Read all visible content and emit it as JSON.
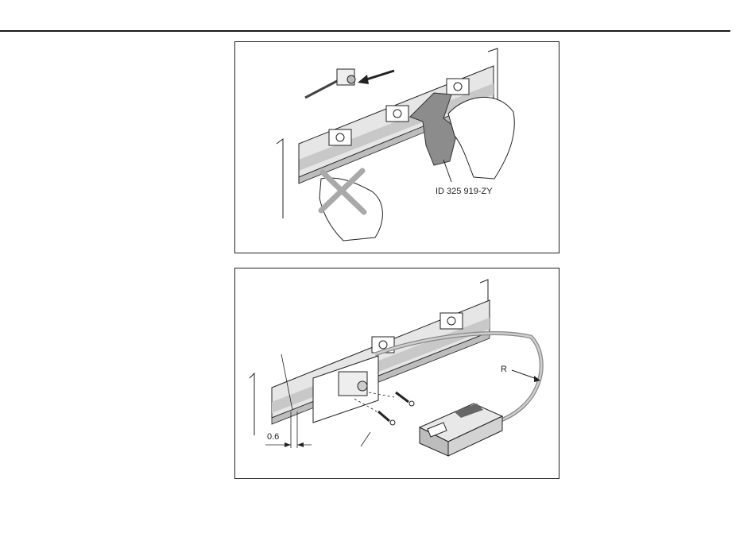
{
  "figure_top": {
    "part_label": "ID 325 919-ZY"
  },
  "figure_bottom": {
    "dim_label": "0.6",
    "radius_label": "R"
  },
  "colors": {
    "line": "#222222",
    "scale_gray": "#c8c8c8",
    "cloth_gray": "#8c8c8c",
    "cross": "#a9a9a9"
  }
}
